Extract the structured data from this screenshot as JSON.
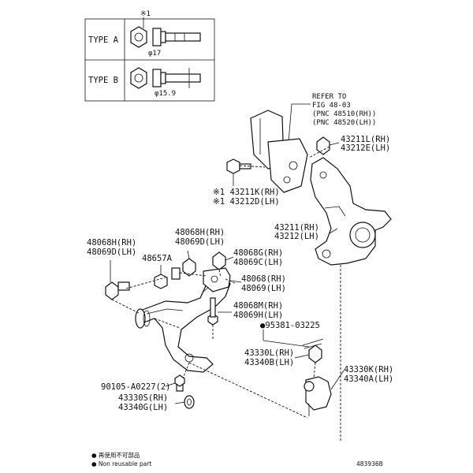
{
  "type_box": {
    "header_note": "※1",
    "rows": [
      {
        "label": "TYPE A",
        "dimension": "φ17"
      },
      {
        "label": "TYPE B",
        "dimension": "φ15.9"
      }
    ]
  },
  "refer_note": [
    "REFER TO",
    "FIG 48-03",
    "(PNC 48510(RH))",
    "(PNC 48520(LH))"
  ],
  "callouts": {
    "p43211L": "43211L(RH)",
    "p43212E": "43212E(LH)",
    "p43211K": "※1 43211K(RH)",
    "p43212D": "※1 43212D(LH)",
    "p43211": "43211(RH)",
    "p43212": "43212(LH)",
    "p48068H": "48068H(RH)",
    "p48069D_a": "48069D(LH)",
    "p48068H_b": "48068H(RH)",
    "p48069D_b": "48069D(LH)",
    "p48657A": "48657A",
    "p48068G": "48068G(RH)",
    "p48069C": "48069C(LH)",
    "p48068": "48068(RH)",
    "p48069": "48069(LH)",
    "p48068M": "48068M(RH)",
    "p48069H": "48069H(LH)",
    "p95381": "●95381-03225",
    "p43330L": "43330L(RH)",
    "p43340B": "43340B(LH)",
    "p43330K": "43330K(RH)",
    "p43340A": "43340A(LH)",
    "p90105": "90105-A0227(2)",
    "p43330S": "43330S(RH)",
    "p43340G": "43340G(LH)"
  },
  "legend": {
    "line1": "● 再使用不可部品",
    "line2": "● Non reusable part"
  },
  "figure_code": "483936B"
}
